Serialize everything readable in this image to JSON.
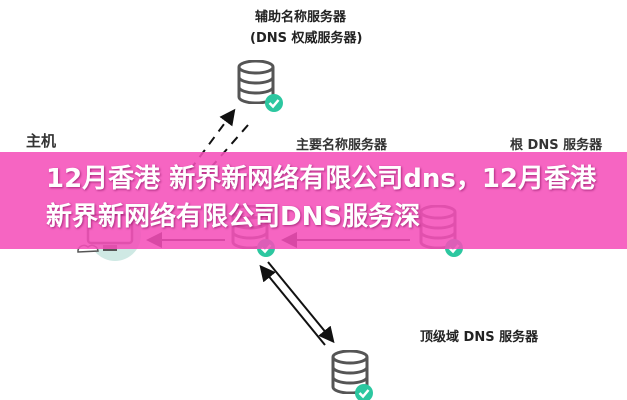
{
  "diagram": {
    "secondary_server": {
      "name": "辅助名称服务器",
      "subtitle": "(DNS 权威服务器)"
    },
    "primary_server": {
      "name": "主要名称服务器"
    },
    "root_server": {
      "name": "根 DNS 服务器"
    },
    "host": {
      "name": "主机"
    },
    "tld_server": {
      "name": "顶级域 DNS 服务器"
    },
    "colors": {
      "check": "#2cc7a0",
      "overlay": "#f550b9",
      "icon": "#555555"
    }
  },
  "overlay": {
    "title": "12月香港 新界新网络有限公司dns，12月香港新界新网络有限公司DNS服务深"
  }
}
